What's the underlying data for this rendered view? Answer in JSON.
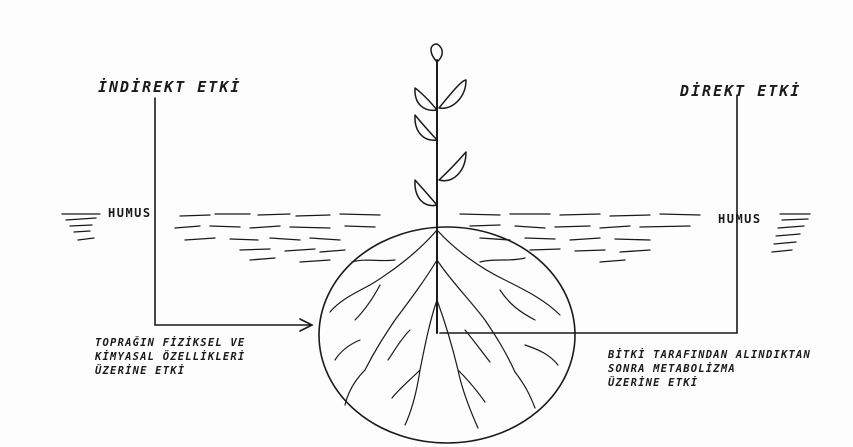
{
  "labels": {
    "indirect": "İNDİREKT ETKİ",
    "direct": "DİREKT ETKİ",
    "humus_left": "HUMUS",
    "humus_right": "HUMUS",
    "left_note": [
      "TOPRAĞIN FİZİKSEL VE",
      "KİMYASAL ÖZELLİKLERİ",
      "ÜZERİNE ETKİ"
    ],
    "right_note": [
      "BİTKİ TARAFINDAN ALINDIKTAN",
      "SONRA METABOLİZMA",
      "ÜZERİNE ETKİ"
    ]
  }
}
